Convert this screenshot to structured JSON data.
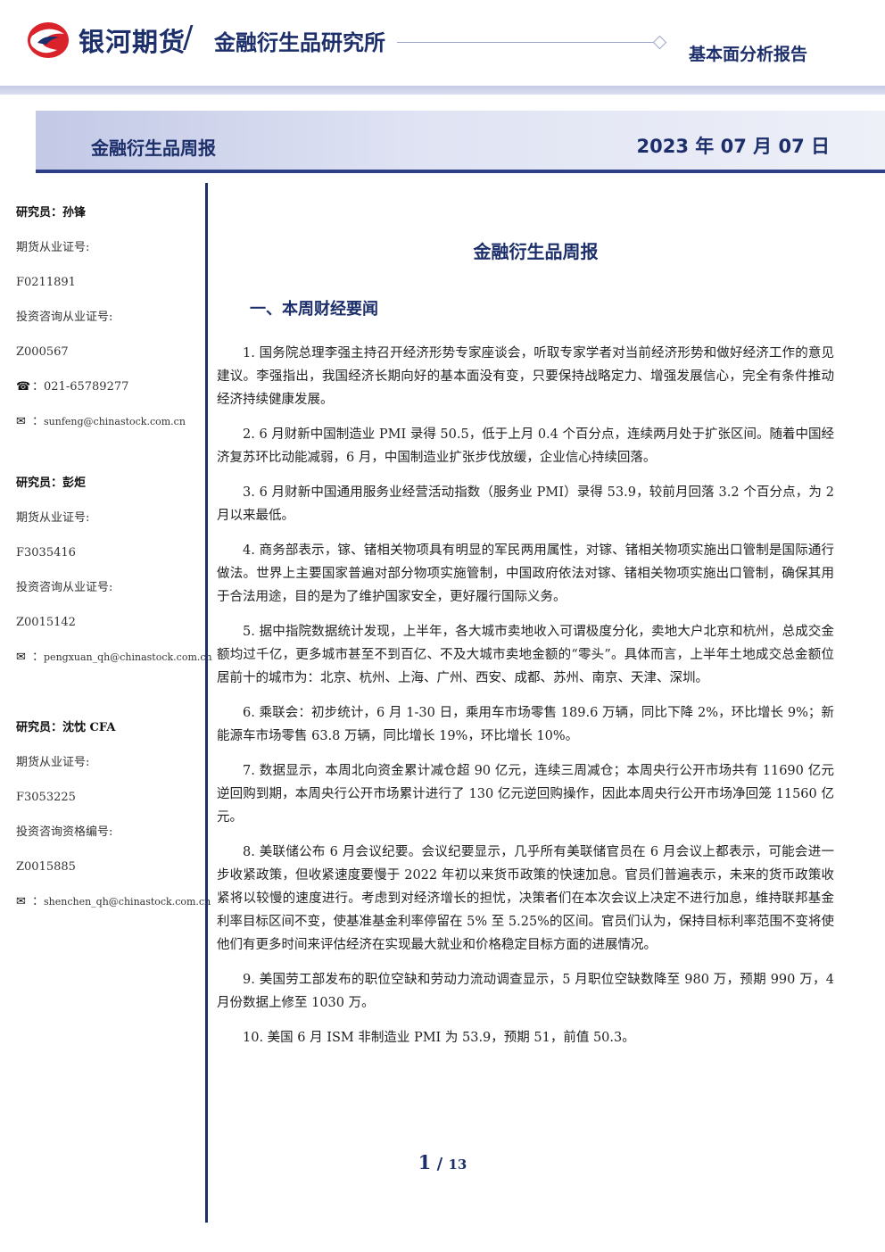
{
  "header": {
    "brand": "银河期货",
    "separator": "/",
    "institute": "金融衍生品研究所",
    "report_type": "基本面分析报告",
    "brand_color": "#1d2f6b",
    "logo_color": "#d9222a"
  },
  "banner": {
    "title": "金融衍生品周报",
    "date": "2023 年 07 月 07 日"
  },
  "sidebar": {
    "researchers": [
      {
        "name": "研究员：孙锋",
        "license_label": "期货从业证号:",
        "license": "F0211891",
        "consult_label": "投资咨询从业证号:",
        "consult": "Z000567",
        "phone": "021-65789277",
        "email": "sunfeng@chinastock.com.cn"
      },
      {
        "name": "研究员：彭炬",
        "license_label": "期货从业证号:",
        "license": "F3035416",
        "consult_label": "投资咨询从业证号:",
        "consult": "Z0015142",
        "email": "pengxuan_qh@chinastock.com.cn"
      },
      {
        "name": "研究员：沈忱  CFA",
        "license_label": "期货从业证号:",
        "license": "F3053225",
        "consult_label": "投资咨询资格编号:",
        "consult": "Z0015885",
        "email": "shenchen_qh@chinastock.com.cn"
      }
    ],
    "phone_icon": "☎",
    "email_icon": "✉"
  },
  "main": {
    "title": "金融衍生品周报",
    "section_title": "一、本周财经要闻",
    "paragraphs": [
      "1. 国务院总理李强主持召开经济形势专家座谈会，听取专家学者对当前经济形势和做好经济工作的意见建议。李强指出，我国经济长期向好的基本面没有变，只要保持战略定力、增强发展信心，完全有条件推动经济持续健康发展。",
      "2. 6 月财新中国制造业 PMI 录得 50.5，低于上月 0.4 个百分点，连续两月处于扩张区间。随着中国经济复苏环比动能减弱，6 月，中国制造业扩张步伐放缓，企业信心持续回落。",
      "3. 6 月财新中国通用服务业经营活动指数（服务业 PMI）录得 53.9，较前月回落 3.2 个百分点，为 2 月以来最低。",
      "4. 商务部表示，镓、锗相关物项具有明显的军民两用属性，对镓、锗相关物项实施出口管制是国际通行做法。世界上主要国家普遍对部分物项实施管制，中国政府依法对镓、锗相关物项实施出口管制，确保其用于合法用途，目的是为了维护国家安全，更好履行国际义务。",
      "5. 据中指院数据统计发现，上半年，各大城市卖地收入可谓极度分化，卖地大户北京和杭州，总成交金额均过千亿，更多城市甚至不到百亿、不及大城市卖地金额的“零头”。具体而言，上半年土地成交总金额位居前十的城市为：北京、杭州、上海、广州、西安、成都、苏州、南京、天津、深圳。",
      "6. 乘联会：初步统计，6 月 1-30 日，乘用车市场零售 189.6 万辆，同比下降 2%，环比增长 9%；新能源车市场零售 63.8 万辆，同比增长 19%，环比增长 10%。",
      "7. 数据显示，本周北向资金累计减仓超 90 亿元，连续三周减仓；本周央行公开市场共有 11690 亿元逆回购到期，本周央行公开市场累计进行了 130 亿元逆回购操作，因此本周央行公开市场净回笼 11560 亿元。",
      "8. 美联储公布 6 月会议纪要。会议纪要显示，几乎所有美联储官员在 6 月会议上都表示，可能会进一步收紧政策，但收紧速度要慢于 2022 年初以来货币政策的快速加息。官员们普遍表示，未来的货币政策收紧将以较慢的速度进行。考虑到对经济增长的担忧，决策者们在本次会议上决定不进行加息，维持联邦基金利率目标区间不变，使基准基金利率停留在 5% 至 5.25%的区间。官员们认为，保持目标利率范围不变将使他们有更多时间来评估经济在实现最大就业和价格稳定目标方面的进展情况。",
      "9. 美国劳工部发布的职位空缺和劳动力流动调查显示，5 月职位空缺数降至 980 万，预期 990 万，4 月份数据上修至 1030 万。",
      "10. 美国 6 月 ISM 非制造业 PMI 为 53.9，预期 51，前值 50.3。"
    ]
  },
  "pager": {
    "current": "1",
    "separator": "/",
    "total": "13"
  }
}
